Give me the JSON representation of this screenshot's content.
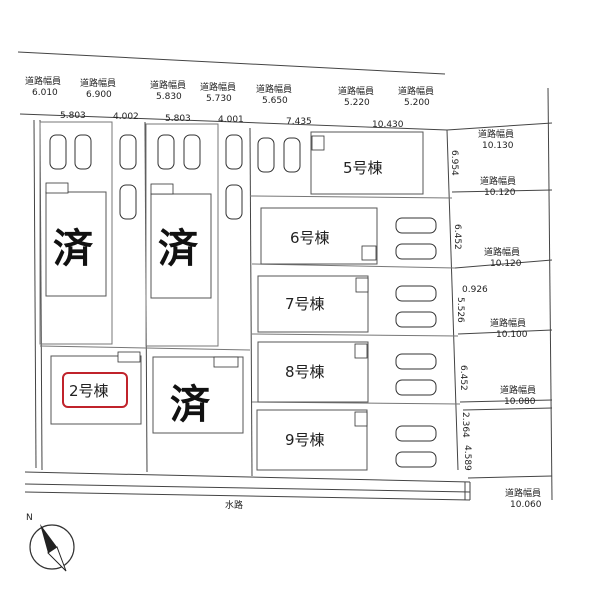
{
  "road_width_label": "道路幅員",
  "sold_mark": "済",
  "waterway_label": "水路",
  "north_label": "N",
  "road_widths": {
    "top": [
      "6.010",
      "6.900",
      "5.830",
      "5.730",
      "5.650",
      "5.220",
      "5.200"
    ],
    "right": [
      "10.130",
      "10.120",
      "10.120",
      "10.100",
      "10.080",
      "10.060"
    ]
  },
  "frontages": [
    "5.803",
    "4.002",
    "5.803",
    "4.001",
    "7.435",
    "10.430"
  ],
  "side_dims": [
    "6.954",
    "6.452",
    "0.926",
    "5.526",
    "6.452",
    "2.364",
    "4.589"
  ],
  "buildings": {
    "b2": "2号棟",
    "b5": "5号棟",
    "b6": "6号棟",
    "b7": "7号棟",
    "b8": "8号棟",
    "b9": "9号棟"
  },
  "colors": {
    "highlight": "#c0232b",
    "line": "#444444"
  }
}
